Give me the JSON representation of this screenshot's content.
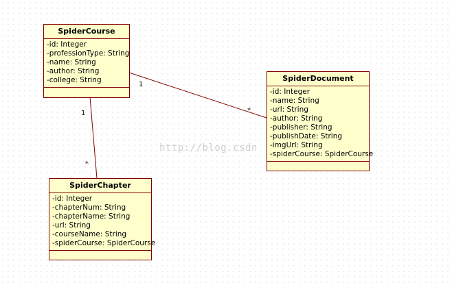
{
  "classes": {
    "course": {
      "name": "SpiderCourse",
      "attributes": [
        "-id: Integer",
        "-professionType: String",
        "-name: String",
        "-author: String",
        "-college: String"
      ]
    },
    "document": {
      "name": "SpiderDocument",
      "attributes": [
        "-id: Integer",
        "-name: String",
        "-url: String",
        "-author: String",
        "-publisher: String",
        "-publishDate: String",
        "-imgUrl: String",
        "-spiderCourse: SpiderCourse"
      ]
    },
    "chapter": {
      "name": "SpiderChapter",
      "attributes": [
        "-id: Integer",
        "-chapterNum: String",
        "-chapterName: String",
        "-url: String",
        "-courseName: String",
        "-spiderCourse: SpiderCourse"
      ]
    }
  },
  "associations": {
    "course_document": {
      "source_mult": "1",
      "target_mult": "*"
    },
    "course_chapter": {
      "source_mult": "1",
      "target_mult": "*"
    }
  },
  "watermark": "http://blog.csdn",
  "colors": {
    "border": "#800000",
    "fill": "#ffffcc",
    "line": "#800000"
  }
}
